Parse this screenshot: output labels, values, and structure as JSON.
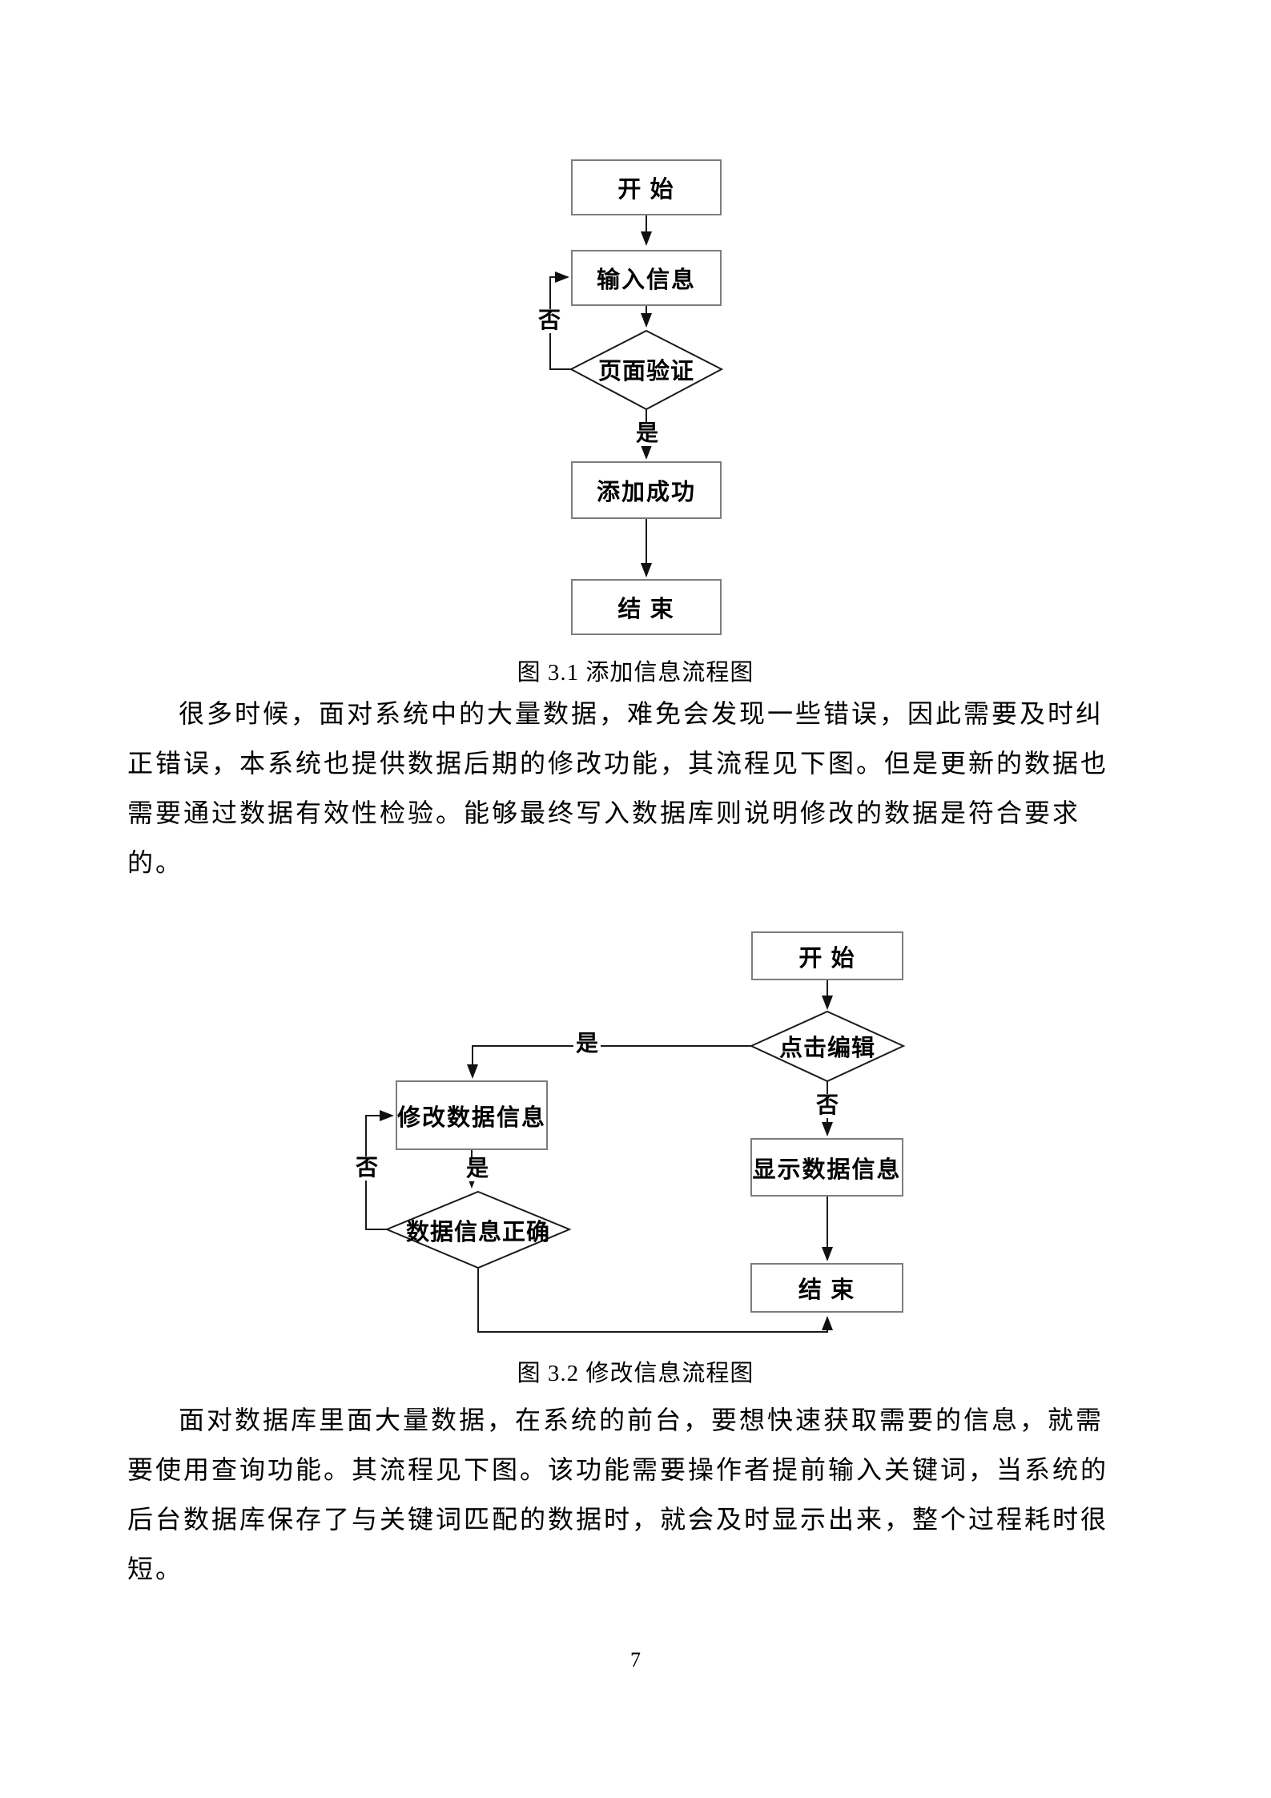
{
  "page_number": "7",
  "figure1": {
    "caption": "图 3.1 添加信息流程图",
    "nodes": {
      "start": "开 始",
      "input": "输入信息",
      "validate": "页面验证",
      "success": "添加成功",
      "end": "结 束"
    },
    "labels": {
      "no": "否",
      "yes": "是"
    }
  },
  "paragraph1": {
    "lines": [
      "很多时候，面对系统中的大量数据，难免会发现一些错误，因此需要及时纠",
      "正错误，本系统也提供数据后期的修改功能，其流程见下图。但是更新的数据也",
      "需要通过数据有效性检验。能够最终写入数据库则说明修改的数据是符合要求",
      "的。"
    ]
  },
  "figure2": {
    "caption": "图 3.2 修改信息流程图",
    "nodes": {
      "start": "开 始",
      "decide_edit": "点击编辑",
      "modify": "修改数据信息",
      "correct": "数据信息正确",
      "display": "显示数据信息",
      "end": "结 束"
    },
    "labels": {
      "yes_branch": "是",
      "no_branch": "否",
      "yes_mid": "是",
      "no_loop": "否"
    }
  },
  "paragraph2": {
    "lines": [
      "面对数据库里面大量数据，在系统的前台，要想快速获取需要的信息，就需",
      "要使用查询功能。其流程见下图。该功能需要操作者提前输入关键词，当系统的",
      "后台数据库保存了与关键词匹配的数据时，就会及时显示出来，整个过程耗时很",
      "短。"
    ]
  }
}
